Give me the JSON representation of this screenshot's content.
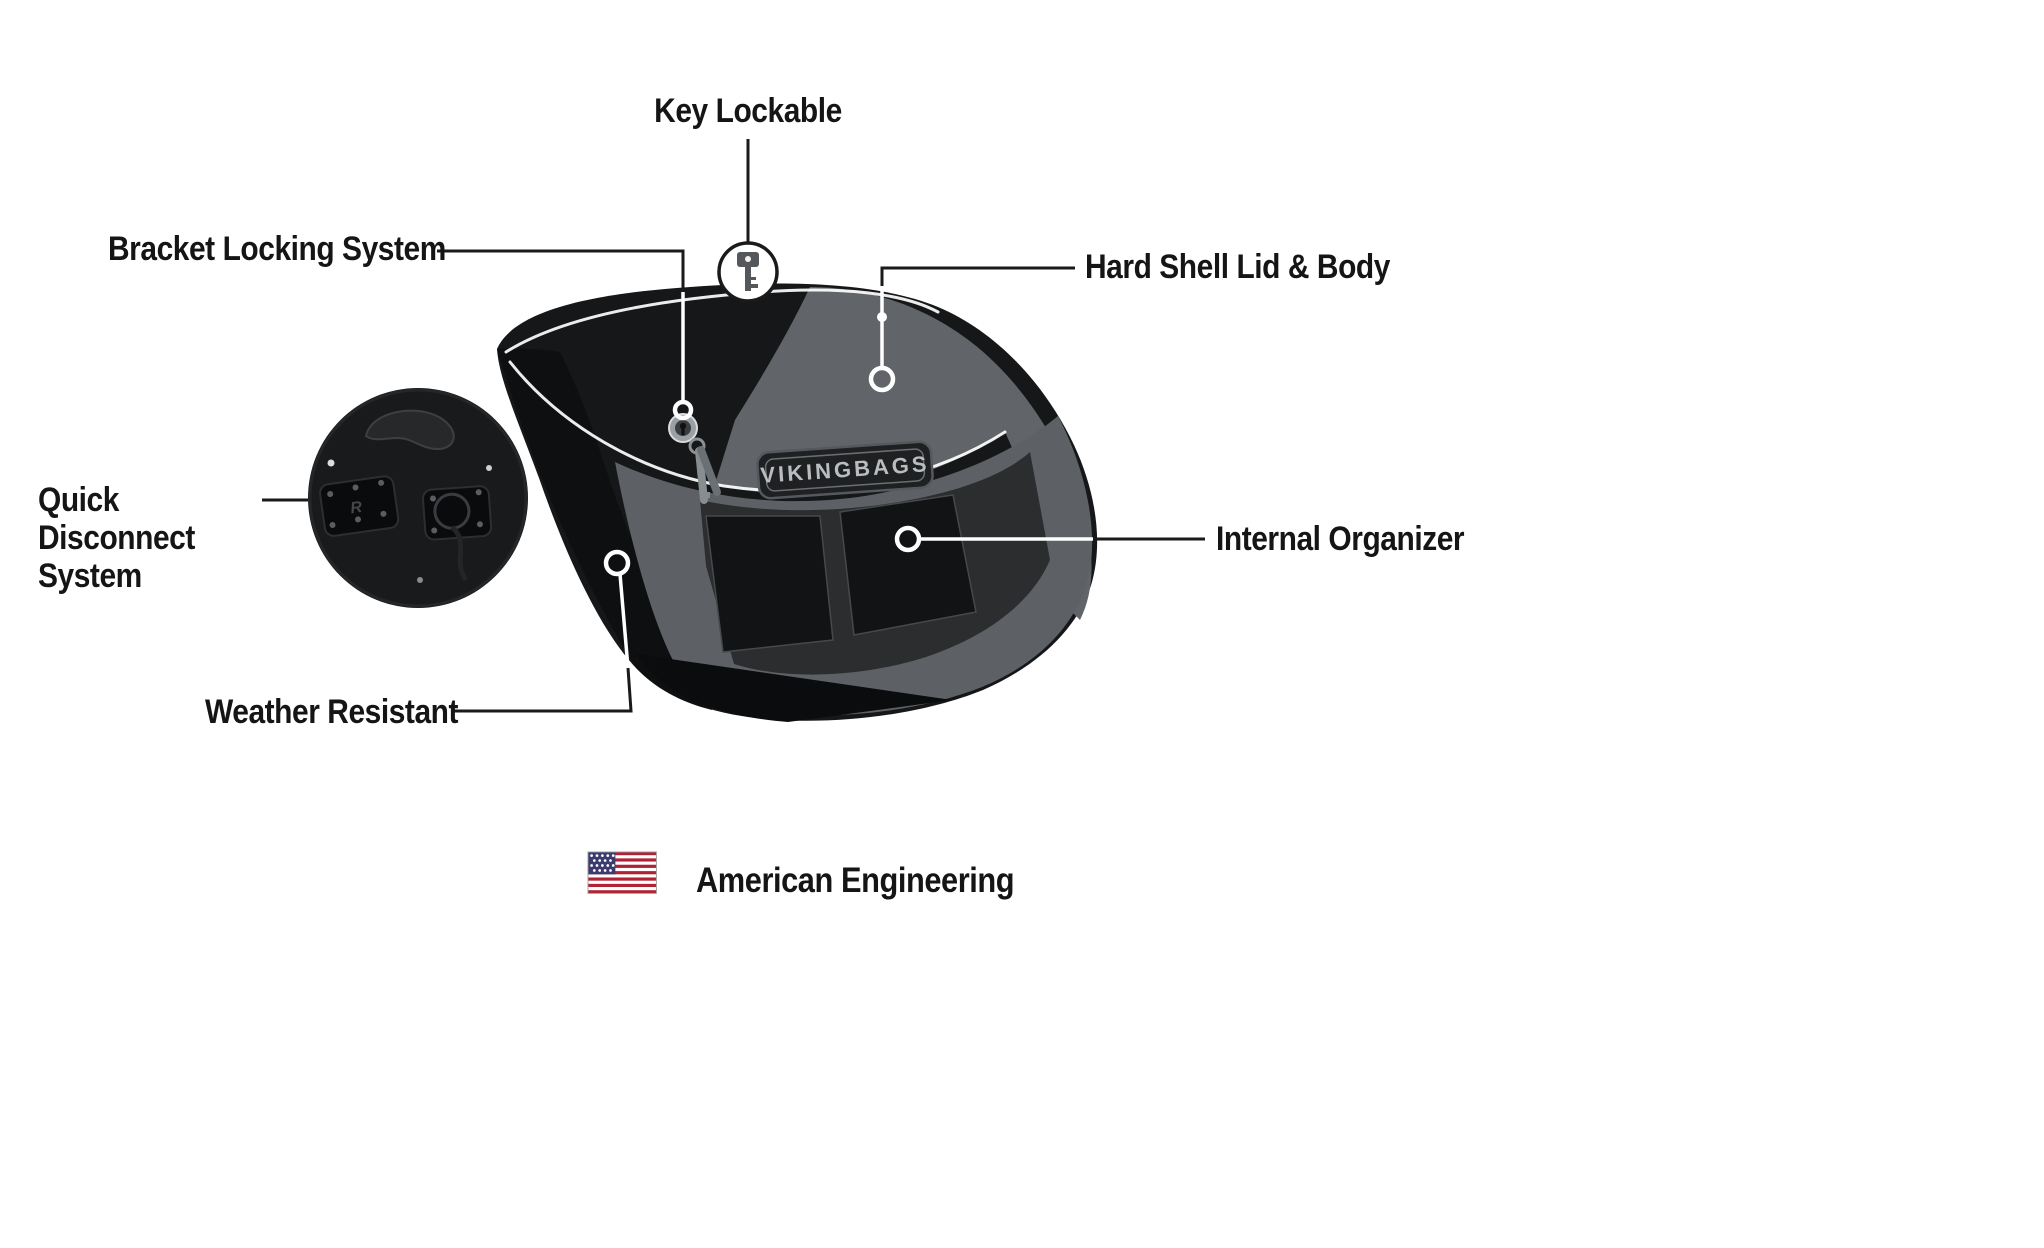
{
  "callouts": {
    "key_lockable": {
      "label": "Key Lockable"
    },
    "bracket_locking_system": {
      "label": "Bracket Locking System"
    },
    "hard_shell_lid_body": {
      "label": "Hard Shell Lid & Body"
    },
    "quick_disconnect_system": {
      "label": "Quick Disconnect System"
    },
    "internal_organizer": {
      "label": "Internal Organizer"
    },
    "weather_resistant": {
      "label": "Weather Resistant"
    }
  },
  "footer": {
    "american_engineering": "American Engineering"
  },
  "product": {
    "badge_text": "VIKINGBAGS"
  },
  "colors": {
    "background": "#ffffff",
    "label_text": "#151515",
    "bag_shell": "#161718",
    "bag_lid_grey": "#61656a",
    "bag_interior": "#2b2d2f",
    "pocket": "#121314",
    "callout_line_dark": "#1a1a1a",
    "callout_line_light": "#ffffff",
    "flag_red": "#B22234",
    "flag_blue": "#3C3B6E"
  }
}
